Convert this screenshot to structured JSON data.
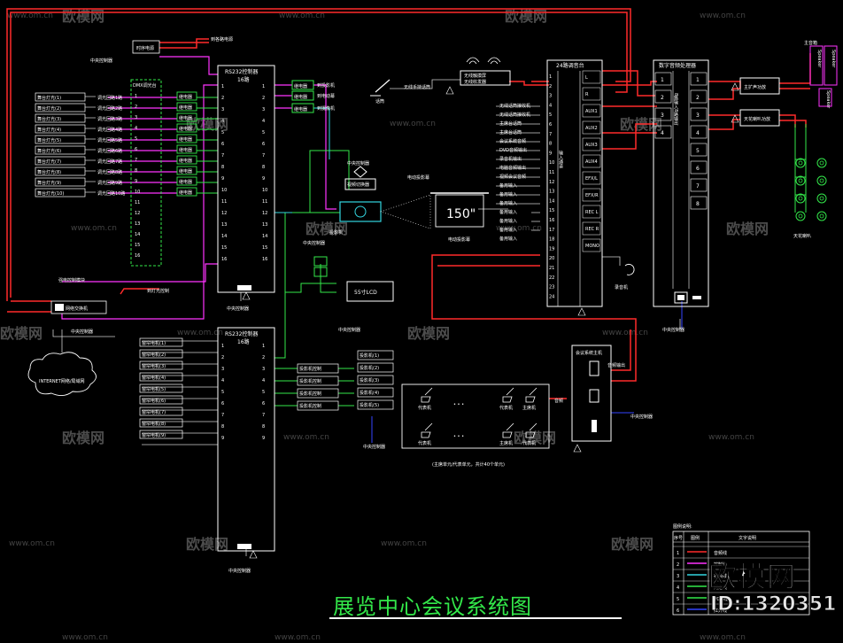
{
  "title": "展览中心会议系统图",
  "watermark": {
    "site": "www.om.cn",
    "brand": "欧模网",
    "logo": "欧模网",
    "id": "ID:1320351"
  },
  "colors": {
    "background": "#000000",
    "audio_red": "#ff2a2a",
    "control_magenta": "#ff33ff",
    "signal_green": "#33e84a",
    "video_cyan": "#33d6e0",
    "blue": "#3344ff",
    "title_green": "#33e84a"
  },
  "labels": {
    "top_left_device": "时序电源",
    "top_left_out": "到各路电源",
    "central_ctrl_1": "中央控制器",
    "relay_box_title": "强电控制模块",
    "relay_ports": [
      "1",
      "2",
      "3",
      "4",
      "5",
      "6",
      "7",
      "8",
      "9",
      "10",
      "11",
      "12",
      "13",
      "14",
      "15",
      "16"
    ],
    "switcher1_title": "RS232控制器",
    "switcher1_sub": "16路",
    "switcher1_footer": "中央控制器",
    "switcher2_title": "RS232控制器",
    "switcher2_sub": "16路",
    "switcher2_footer": "中央控制器",
    "switch_out": [
      "到投影机",
      "到电动幕",
      "到摄像机"
    ],
    "wireless": "无线触摸屏",
    "wireless_sub": "无线收发器",
    "mic_label": "话筒",
    "mic_sub": "无线手持话筒",
    "mixer_title": "24路调音台",
    "mixer_ports": [
      "L",
      "R",
      "AUX1",
      "AUX2",
      "AUX3",
      "AUX4",
      "EFX/L",
      "EFX/R",
      "REC L",
      "REC R",
      "MONO"
    ],
    "amp_title": "数字音频处理器",
    "amp_ports": [
      "1",
      "2",
      "3",
      "4",
      "5",
      "6",
      "7",
      "8"
    ],
    "amp_vertical": "8路输入8路输出",
    "speakers_title": "主音箱",
    "speaker1": "Speaker",
    "speaker2": "Speaker",
    "power_amp1": "主扩声功放",
    "power_amp2": "天花喇叭功放",
    "ceiling_spk": "天花喇叭",
    "projector": "投影机",
    "projector_sub": "中央控制器",
    "projector_top": "中央控制器",
    "cam_box": "视频切换器",
    "screen": "150\"",
    "screen_label": "电动投影幕",
    "screen_top": "电动投影幕",
    "lcd": "55寸LCD",
    "lcd_sub": "中央控制器",
    "cdr": "录音机",
    "internet": "INTERNET网络/局域网",
    "router": "网络交换机",
    "router_sub": "中央控制器",
    "conf_host": "会议系统主机",
    "conf_label": "(主席单元/代表单元，共计40个单元)",
    "chair_units": [
      "代表机",
      "代表机",
      "代表机",
      "主席机",
      "主席机",
      "代表机"
    ],
    "conf_ctrl": "中央控制器",
    "conf_out1": "音频输出",
    "conf_out2": "中央控制器",
    "ir_title": "红外线接收器",
    "ir_sub": "中央控制器",
    "dimmer_title": "DMX调光台",
    "left_devices": [
      "舞台灯光(1)",
      "舞台灯光(2)",
      "舞台灯光(3)",
      "舞台灯光(4)",
      "舞台灯光(5)",
      "舞台灯光(6)",
      "舞台灯光(7)",
      "舞台灯光(8)",
      "舞台灯光(9)",
      "舞台灯光(10)"
    ],
    "left_labels": [
      "调光回路1路",
      "调光回路2路",
      "调光回路3路",
      "调光回路4路",
      "调光回路5路",
      "调光回路6路",
      "调光回路7路",
      "调光回路8路",
      "调光回路9路",
      "调光回路10路"
    ],
    "dimmer_nums": [
      "1",
      "2",
      "3",
      "4",
      "5",
      "6",
      "7",
      "8",
      "9",
      "10",
      "11",
      "12",
      "13",
      "14",
      "15",
      "16"
    ],
    "sub_label": "到灯光控制",
    "left_bottom_devices": [
      "窗帘电机(1)",
      "窗帘电机(2)",
      "窗帘电机(3)",
      "窗帘电机(4)",
      "窗帘电机(5)",
      "窗帘电机(6)",
      "窗帘电机(7)",
      "窗帘电机(8)",
      "窗帘电机(9)"
    ],
    "mid_devices": [
      "投影机控制",
      "投影机控制",
      "投影机控制",
      "投影机控制"
    ],
    "mid_right": [
      "投影机(1)",
      "投影机(2)",
      "投影机(3)",
      "投影机(4)",
      "投影机(5)"
    ],
    "mixer_inputs": [
      "无线话筒接收机",
      "无线话筒接收机",
      "主席台话筒",
      "主席台话筒",
      "会议系统音频",
      "DVD音频输出",
      "录音机输出",
      "电脑音频输出",
      "视频会议音频",
      "备用输入",
      "备用输入",
      "备用输入",
      "备用输入",
      "备用输入",
      "备用输入",
      "备用输入"
    ],
    "legend_title": "图例说明:",
    "legend_headers": [
      "序号",
      "图例",
      "文字说明"
    ],
    "legend_rows": [
      {
        "num": "1",
        "text": "音频线",
        "color": "#ff2a2a"
      },
      {
        "num": "2",
        "text": "控制线",
        "color": "#ff33ff"
      },
      {
        "num": "3",
        "text": "视频线",
        "color": "#33d6e0"
      },
      {
        "num": "4",
        "text": "网络线",
        "color": "#33e84a"
      },
      {
        "num": "5",
        "text": "VGA线",
        "color": "#33e84a"
      },
      {
        "num": "6",
        "text": "红外线",
        "color": "#3344ff"
      }
    ]
  }
}
